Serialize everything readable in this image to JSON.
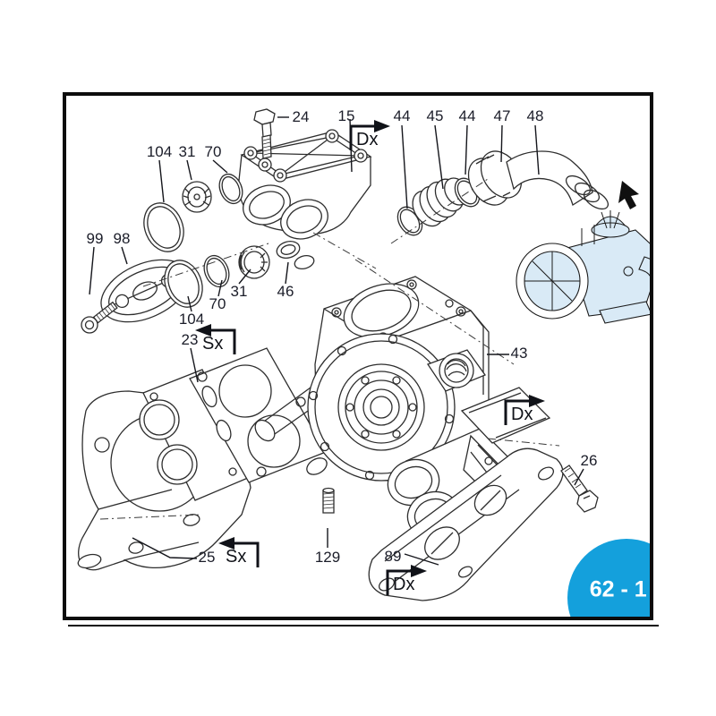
{
  "figure": {
    "type": "exploded-parts-diagram",
    "labels": [
      {
        "text": "24"
      },
      {
        "text": "15"
      },
      {
        "text": "44"
      },
      {
        "text": "45"
      },
      {
        "text": "44"
      },
      {
        "text": "47"
      },
      {
        "text": "48"
      },
      {
        "text": "104"
      },
      {
        "text": "31"
      },
      {
        "text": "70"
      },
      {
        "text": "99"
      },
      {
        "text": "98"
      },
      {
        "text": "31"
      },
      {
        "text": "46"
      },
      {
        "text": "70"
      },
      {
        "text": "104"
      },
      {
        "text": "23"
      },
      {
        "text": "43"
      },
      {
        "text": "26"
      },
      {
        "text": "25"
      },
      {
        "text": "129"
      },
      {
        "text": "89"
      }
    ],
    "markers": [
      {
        "text": "Dx"
      },
      {
        "text": "Sx"
      },
      {
        "text": "Dx"
      },
      {
        "text": "Sx"
      },
      {
        "text": "Dx"
      }
    ],
    "badge": {
      "text": "62 - 1",
      "bg": "#14A0DC",
      "fg": "#FFFFFF"
    },
    "icons": {
      "pointer": "cursor-arrow-icon"
    },
    "colors": {
      "line": "#2E2E2E",
      "label_text": "#1B1D29",
      "pump_fill": "#D9EAF6",
      "frame": "#0C0C0C"
    }
  }
}
